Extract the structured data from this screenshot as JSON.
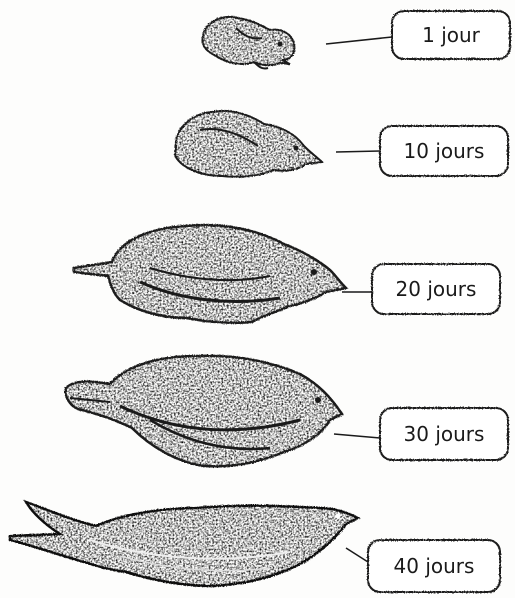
{
  "stages": [
    {
      "label": "1 jour"
    },
    {
      "label": "10 jours"
    },
    {
      "label": "20 jours"
    },
    {
      "label": "30 jours"
    },
    {
      "label": "40 jours"
    }
  ],
  "colors": {
    "ink": "#1a1a1a",
    "paper": "#fdfdfc"
  }
}
